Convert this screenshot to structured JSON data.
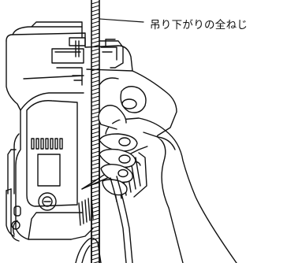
{
  "diagram": {
    "callout": {
      "label": "吊り下がりの全ねじ",
      "target": "threaded-rod"
    },
    "parts": [
      {
        "name": "threaded-rod",
        "description_shown": false
      },
      {
        "name": "tool-body",
        "description_shown": false
      },
      {
        "name": "hand",
        "description_shown": false
      },
      {
        "name": "power-cord",
        "description_shown": false
      }
    ],
    "colors": {
      "line": "#111111",
      "background": "#ffffff"
    }
  }
}
